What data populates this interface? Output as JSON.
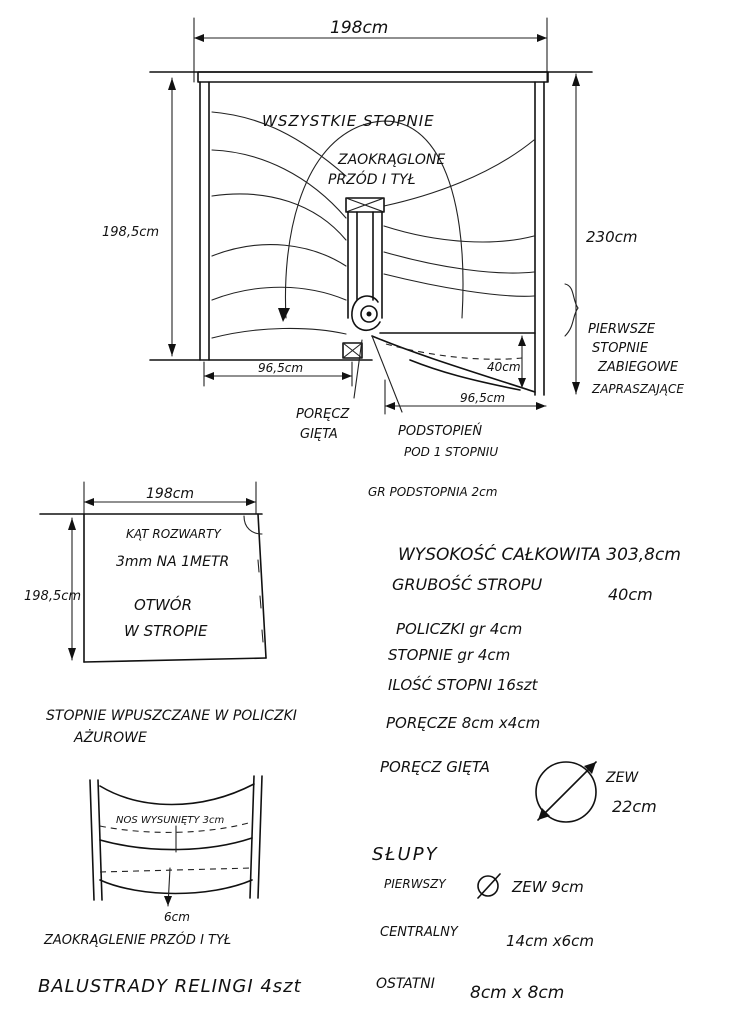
{
  "plan": {
    "width_top": "198cm",
    "height_left": "198,5cm",
    "height_right": "230cm",
    "half_left": "96,5cm",
    "half_right": "96,5cm",
    "gap_40": "40cm",
    "note_line1": "WSZYSTKIE STOPNIE",
    "note_line2": "ZAOKRĄGLONE",
    "note_line3": "PRZÓD I TYŁ",
    "winders_1": "PIERWSZE",
    "winders_2": "STOPNIE",
    "winders_3": "ZABIEGOWE",
    "winders_4": "ZAPRASZAJĄCE",
    "handrail_1": "PORĘCZ",
    "handrail_2": "GIĘTA",
    "riser_1": "PODSTOPIEŃ",
    "riser_2": "POD 1 STOPNIU",
    "riser_thickness": "GR PODSTOPNIA 2cm"
  },
  "opening": {
    "width": "198cm",
    "height": "198,5cm",
    "angle_1": "KĄT ROZWARTY",
    "angle_2": "3mm NA 1METR",
    "label_1": "OTWÓR",
    "label_2": "W STROPIE",
    "caption_1": "STOPNIE WPUSZCZANE W POLICZKI",
    "caption_2": "AŻUROWE"
  },
  "step_detail": {
    "nose": "NOS WYSUNIĘTY 3cm",
    "depth": "6cm",
    "caption": "ZAOKRĄGLENIE PRZÓD I TYŁ"
  },
  "balustrade": "BALUSTRADY RELINGI 4szt",
  "specs": {
    "total_height": "WYSOKOŚĆ CAŁKOWITA 303,8cm",
    "slab_label": "GRUBOŚĆ STROPU",
    "slab_value": "40cm",
    "stringers": "POLICZKI gr 4cm",
    "treads": "STOPNIE gr 4cm",
    "count": "ILOŚĆ STOPNI 16szt",
    "handrails": "PORĘCZE 8cm x4cm",
    "bent_rail": "PORĘCZ GIĘTA",
    "diam_label": "ZEW",
    "diam_value": "22cm"
  },
  "posts": {
    "title": "SŁUPY",
    "first_label": "PIERWSZY",
    "first_value": "ZEW 9cm",
    "central_label": "CENTRALNY",
    "central_value": "14cm x6cm",
    "last_label": "OSTATNI",
    "last_value": "8cm x 8cm"
  }
}
